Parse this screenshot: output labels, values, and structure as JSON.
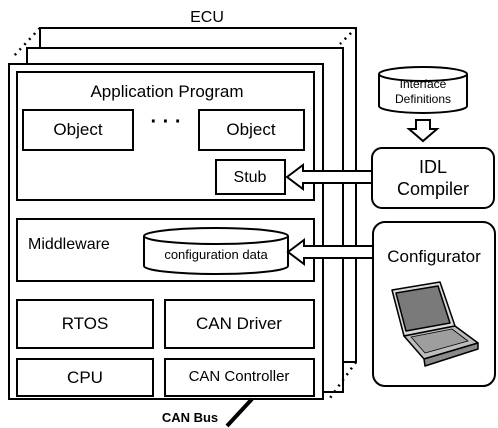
{
  "ecu": {
    "label": "ECU"
  },
  "application": {
    "title": "Application Program",
    "object_left": "Object",
    "ellipsis": "· · ·",
    "object_right": "Object",
    "stub": "Stub"
  },
  "middleware": {
    "label": "Middleware",
    "config_data": "configuration data"
  },
  "platform": {
    "rtos": "RTOS",
    "can_driver": "CAN Driver",
    "cpu": "CPU",
    "can_controller": "CAN Controller"
  },
  "bus": {
    "label": "CAN Bus"
  },
  "tools": {
    "interface_line1": "Interface",
    "interface_line2": "Definitions",
    "idl_line1": "IDL",
    "idl_line2": "Compiler",
    "configurator": "Configurator"
  },
  "icons": {
    "down_arrow": "hollow-down-arrow-icon",
    "laptop": "laptop-icon",
    "left_arrow": "hollow-left-arrow-icon"
  }
}
